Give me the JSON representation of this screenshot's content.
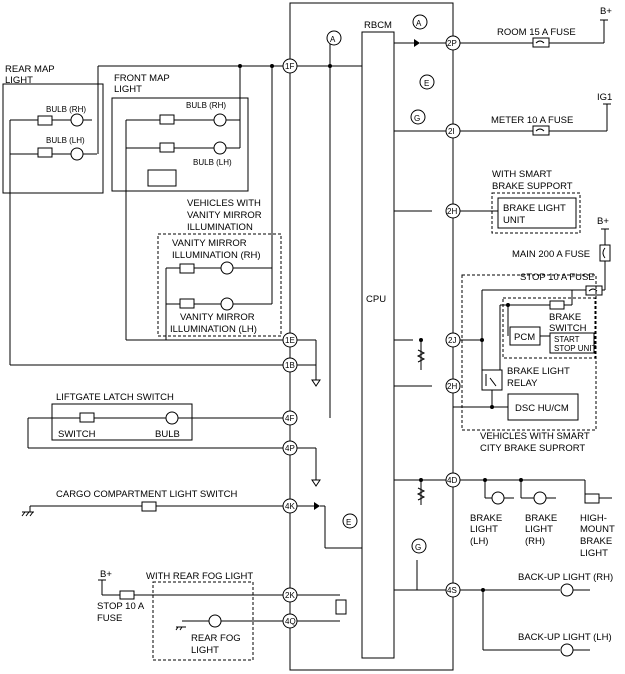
{
  "rbcm": {
    "title": "RBCM",
    "cpu": "CPU"
  },
  "sources": {
    "bplus_1": "B+",
    "bplus_2": "B+",
    "bplus_3": "B+",
    "ig1": "IG1"
  },
  "fuses": {
    "room": "ROOM 15 A FUSE",
    "meter": "METER 10 A FUSE",
    "main": "MAIN 200 A FUSE",
    "stop_right": "STOP 10 A FUSE",
    "stop_left_1": "STOP 10 A",
    "stop_left_2": "FUSE"
  },
  "pins": {
    "p2p": "2P",
    "p2i": "2I",
    "p2h_top": "2H",
    "p2j": "2J",
    "p2h": "2H",
    "p4d": "4D",
    "p4s": "4S",
    "p1f": "1F",
    "p1e": "1E",
    "p1b": "1B",
    "p4f": "4F",
    "p4p": "4P",
    "p4k": "4K",
    "p2k": "2K",
    "p4q": "4Q"
  },
  "refs": {
    "a1": "A",
    "a2": "A",
    "e1": "E",
    "e2": "E",
    "g1": "G",
    "g2": "G"
  },
  "rear_map": {
    "line1": "REAR MAP",
    "line2": "LIGHT",
    "bulb_rh": "BULB (RH)",
    "bulb_lh": "BULB (LH)"
  },
  "front_map": {
    "line1": "FRONT MAP",
    "line2": "LIGHT",
    "bulb_rh": "BULB (RH)",
    "bulb_lh": "BULB (LH)"
  },
  "vanity": {
    "with_1": "VEHICLES WITH",
    "with_2": "VANITY MIRROR",
    "with_3": "ILLUMINATION",
    "rh_1": "VANITY MIRROR",
    "rh_2": "ILLUMINATION (RH)",
    "lh_1": "VANITY MIRROR",
    "lh_2": "ILLUMINATION (LH)"
  },
  "liftgate": {
    "title": "LIFTGATE LATCH SWITCH",
    "switch": "SWITCH",
    "bulb": "BULB"
  },
  "cargo": {
    "label": "CARGO COMPARTMENT LIGHT SWITCH"
  },
  "rear_fog": {
    "with": "WITH REAR FOG LIGHT",
    "line1": "REAR FOG",
    "line2": "LIGHT"
  },
  "smart_brake": {
    "with_1": "WITH SMART",
    "with_2": "BRAKE SUPPORT",
    "unit_1": "BRAKE LIGHT",
    "unit_2": "UNIT"
  },
  "brake_switch": {
    "line1": "BRAKE",
    "line2": "SWITCH",
    "start_1": "START",
    "start_2": "STOP UNIT"
  },
  "pcm": "PCM",
  "relay": {
    "line1": "BRAKE LIGHT",
    "line2": "RELAY"
  },
  "dsc": "DSC HU/CM",
  "scbs": {
    "line1": "VEHICLES WITH SMART",
    "line2": "CITY BRAKE SUPRORT"
  },
  "lamps": {
    "brake_lh_1": "BRAKE",
    "brake_lh_2": "LIGHT",
    "brake_lh_3": "(LH)",
    "brake_rh_1": "BRAKE",
    "brake_rh_2": "LIGHT",
    "brake_rh_3": "(RH)",
    "hm_1": "HIGH-",
    "hm_2": "MOUNT",
    "hm_3": "BRAKE",
    "hm_4": "LIGHT",
    "backup_rh": "BACK-UP LIGHT (RH)",
    "backup_lh": "BACK-UP LIGHT (LH)"
  }
}
